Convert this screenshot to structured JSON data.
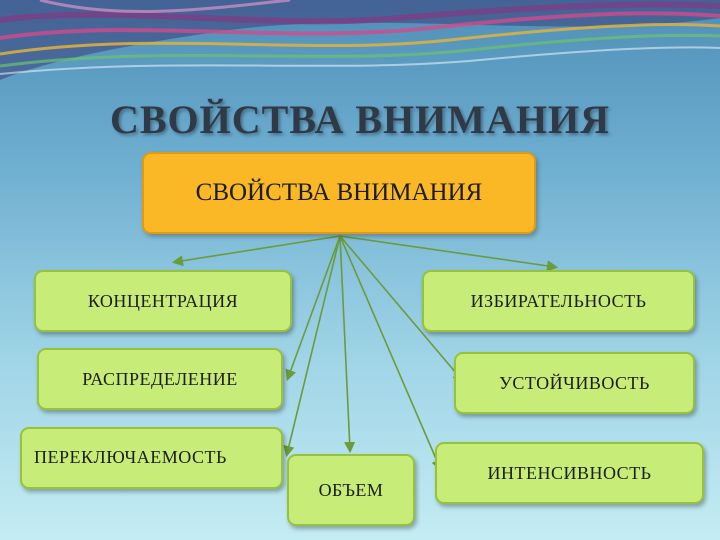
{
  "title": "СВОЙСТВА ВНИМАНИЯ",
  "center": "СВОЙСТВА ВНИМАНИЯ",
  "properties": {
    "concentration": "КОНЦЕНТРАЦИЯ",
    "selectivity": "ИЗБИРАТЕЛЬНОСТЬ",
    "distribution": "РАСПРЕДЕЛЕНИЕ",
    "stability": "УСТОЙЧИВОСТЬ",
    "switchability": "ПЕРЕКЛЮЧАЕМОСТЬ",
    "volume": "ОБЪЕМ",
    "intensity": "ИНТЕНСИВНОСТЬ"
  },
  "colors": {
    "center_fill": "#fbb826",
    "leaf_fill": "#c8ec78",
    "connector": "#6a9c3a"
  }
}
